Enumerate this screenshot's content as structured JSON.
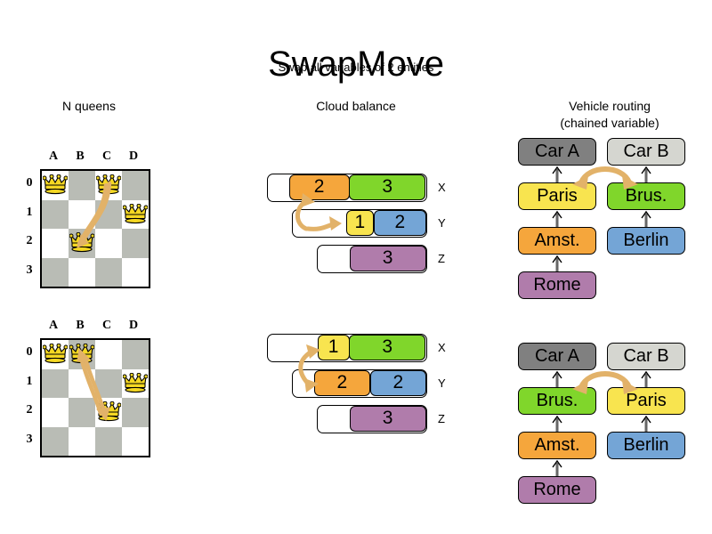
{
  "header": {
    "title": "SwapMove",
    "subtitle": "Swap all variables of 2 entities"
  },
  "columns": {
    "nqueens_heading": "N queens",
    "cloud_heading": "Cloud balance",
    "vehicle_heading_line1": "Vehicle routing",
    "vehicle_heading_line2": "(chained variable)"
  },
  "colors": {
    "orange": "#f5a63c",
    "green": "#80d62b",
    "yellow": "#f8e44f",
    "blue": "#74a5d6",
    "purple": "#b07cab",
    "car_a_gray": "#808080",
    "car_b_gray": "#d5d6d0",
    "board_dark": "#b9bcb5",
    "board_light": "#ffffff",
    "arrow_tan": "#e2b269",
    "link_gray": "#666666",
    "queen_gold": "#f5d823"
  },
  "nqueens": {
    "files": [
      "A",
      "B",
      "C",
      "D"
    ],
    "ranks": [
      "0",
      "1",
      "2",
      "3"
    ],
    "before": {
      "queens": [
        {
          "file": "A",
          "rank": "0",
          "col": 0,
          "row": 0
        },
        {
          "file": "C",
          "rank": "0",
          "col": 2,
          "row": 0
        },
        {
          "file": "D",
          "rank": "1",
          "col": 3,
          "row": 1
        },
        {
          "file": "B",
          "rank": "2",
          "col": 1,
          "row": 2
        }
      ],
      "swap_arrow": {
        "from": "C0",
        "to": "B2"
      }
    },
    "after": {
      "queens": [
        {
          "file": "A",
          "rank": "0",
          "col": 0,
          "row": 0
        },
        {
          "file": "B",
          "rank": "0",
          "col": 1,
          "row": 0
        },
        {
          "file": "D",
          "rank": "1",
          "col": 3,
          "row": 1
        },
        {
          "file": "C",
          "rank": "2",
          "col": 2,
          "row": 2
        }
      ],
      "swap_arrow": {
        "from": "B0",
        "to": "C2"
      }
    }
  },
  "cloud_balance": {
    "before": {
      "rows": [
        {
          "label": "X",
          "indent": 0,
          "width": 180,
          "boxes": [
            {
              "value": "2",
              "color": "#f5a63c",
              "width": 68
            },
            {
              "value": "3",
              "color": "#80d62b",
              "width": 86
            }
          ]
        },
        {
          "label": "Y",
          "indent": 28,
          "width": 152,
          "boxes": [
            {
              "value": "1",
              "color": "#f8e44f",
              "width": 36
            },
            {
              "value": "2",
              "color": "#74a5d6",
              "width": 68
            }
          ]
        },
        {
          "label": "Z",
          "indent": 56,
          "width": 124,
          "boxes": [
            {
              "value": "3",
              "color": "#b07cab",
              "width": 86
            }
          ]
        }
      ],
      "swap_arrow": {
        "from_row": "Y",
        "to_row": "X"
      }
    },
    "after": {
      "rows": [
        {
          "label": "X",
          "indent": 0,
          "width": 180,
          "boxes": [
            {
              "value": "1",
              "color": "#f8e44f",
              "width": 36
            },
            {
              "value": "3",
              "color": "#80d62b",
              "width": 86
            }
          ]
        },
        {
          "label": "Y",
          "indent": 28,
          "width": 152,
          "boxes": [
            {
              "value": "2",
              "color": "#f5a63c",
              "width": 68
            },
            {
              "value": "2",
              "color": "#74a5d6",
              "width": 68
            }
          ]
        },
        {
          "label": "Z",
          "indent": 56,
          "width": 124,
          "boxes": [
            {
              "value": "3",
              "color": "#b07cab",
              "width": 86
            }
          ]
        }
      ],
      "swap_arrow": {
        "from_row": "X",
        "to_row": "Y"
      }
    }
  },
  "vehicle_routing": {
    "before": {
      "car_a": {
        "label": "Car A",
        "color": "#808080"
      },
      "car_b": {
        "label": "Car B",
        "color": "#d5d6d0"
      },
      "chain_a": [
        {
          "label": "Paris",
          "color": "#f8e44f"
        },
        {
          "label": "Amst.",
          "color": "#f5a63c"
        },
        {
          "label": "Rome",
          "color": "#b07cab"
        }
      ],
      "chain_b": [
        {
          "label": "Brus.",
          "color": "#80d62b"
        },
        {
          "label": "Berlin",
          "color": "#74a5d6"
        }
      ],
      "swap_arrow": {
        "from": "Paris",
        "to": "Brus."
      }
    },
    "after": {
      "car_a": {
        "label": "Car A",
        "color": "#808080"
      },
      "car_b": {
        "label": "Car B",
        "color": "#d5d6d0"
      },
      "chain_a": [
        {
          "label": "Brus.",
          "color": "#80d62b"
        },
        {
          "label": "Amst.",
          "color": "#f5a63c"
        },
        {
          "label": "Rome",
          "color": "#b07cab"
        }
      ],
      "chain_b": [
        {
          "label": "Paris",
          "color": "#f8e44f"
        },
        {
          "label": "Berlin",
          "color": "#74a5d6"
        }
      ],
      "swap_arrow": {
        "from": "Brus.",
        "to": "Paris"
      }
    }
  }
}
